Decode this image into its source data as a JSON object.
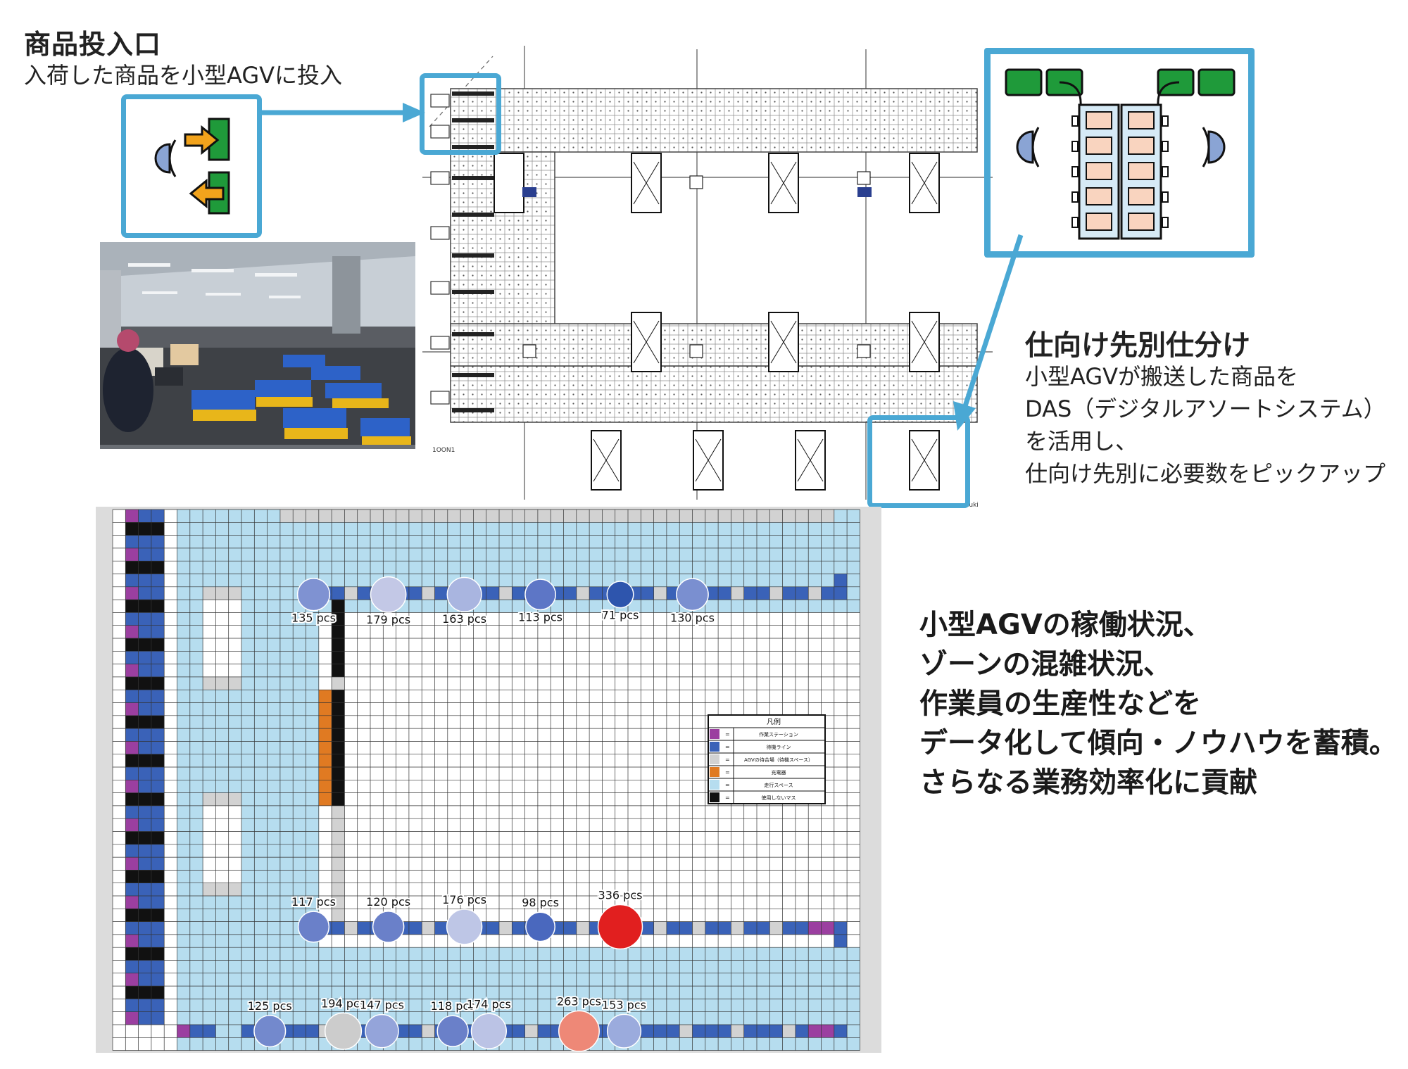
{
  "inbound": {
    "title": "商品投入口",
    "desc": "入荷した商品を小型AGVに投入"
  },
  "sorting": {
    "title": "仕向け先別仕分け",
    "lines": [
      "小型AGVが搬送した商品を",
      "DAS（デジタルアソートシステム）",
      "を活用し、",
      "仕向け先別に必要数をピックアップ"
    ]
  },
  "analytics": {
    "lines": [
      "小型AGVの稼働状況、",
      "ゾーンの混雑状況、",
      "作業員の生産性などを",
      "データ化して傾向・ノウハウを蓄積。",
      "さらなる業務効率化に貢献"
    ]
  },
  "layout_labels": {
    "left_tag": "1OON1",
    "right_tag": "snuki"
  },
  "legend": {
    "title": "凡例",
    "items": [
      {
        "color": "#9b3fa0",
        "label": "作業ステーション"
      },
      {
        "color": "#3a62b8",
        "label": "待機ライン"
      },
      {
        "color": "#d2d2d2",
        "label": "AGVの待合場（待機スペース）"
      },
      {
        "color": "#e07a22",
        "label": "充電器"
      },
      {
        "color": "#b6ddef",
        "label": "走行スペース"
      },
      {
        "color": "#111111",
        "label": "使用しないマス"
      }
    ]
  },
  "heatmap": {
    "stations": [
      {
        "label": "135 pcs",
        "pcs": 135,
        "color": "#7f92d2"
      },
      {
        "label": "179 pcs",
        "pcs": 179,
        "color": "#c3c8e6"
      },
      {
        "label": "163 pcs",
        "pcs": 163,
        "color": "#a9b5e0"
      },
      {
        "label": "113 pcs",
        "pcs": 113,
        "color": "#5d76c6"
      },
      {
        "label": "71 pcs",
        "pcs": 71,
        "color": "#2e55ad"
      },
      {
        "label": "130 pcs",
        "pcs": 130,
        "color": "#7a8fd0"
      },
      {
        "label": "117 pcs",
        "pcs": 117,
        "color": "#6a80c9"
      },
      {
        "label": "120 pcs",
        "pcs": 120,
        "color": "#6a80c9"
      },
      {
        "label": "176 pcs",
        "pcs": 176,
        "color": "#bec6e6"
      },
      {
        "label": "98 pcs",
        "pcs": 98,
        "color": "#4a68be"
      },
      {
        "label": "336 pcs",
        "pcs": 336,
        "color": "#e11f1f"
      },
      {
        "label": "125 pcs",
        "pcs": 125,
        "color": "#7389cd"
      },
      {
        "label": "194 pcs",
        "pcs": 194,
        "color": "#cccccc"
      },
      {
        "label": "147 pcs",
        "pcs": 147,
        "color": "#94a4da"
      },
      {
        "label": "118 pcs",
        "pcs": 118,
        "color": "#6a80c9"
      },
      {
        "label": "174 pcs",
        "pcs": 174,
        "color": "#bbc3e5"
      },
      {
        "label": "263 pcs",
        "pcs": 263,
        "color": "#ee8877"
      },
      {
        "label": "153 pcs",
        "pcs": 153,
        "color": "#9babdd"
      }
    ]
  }
}
